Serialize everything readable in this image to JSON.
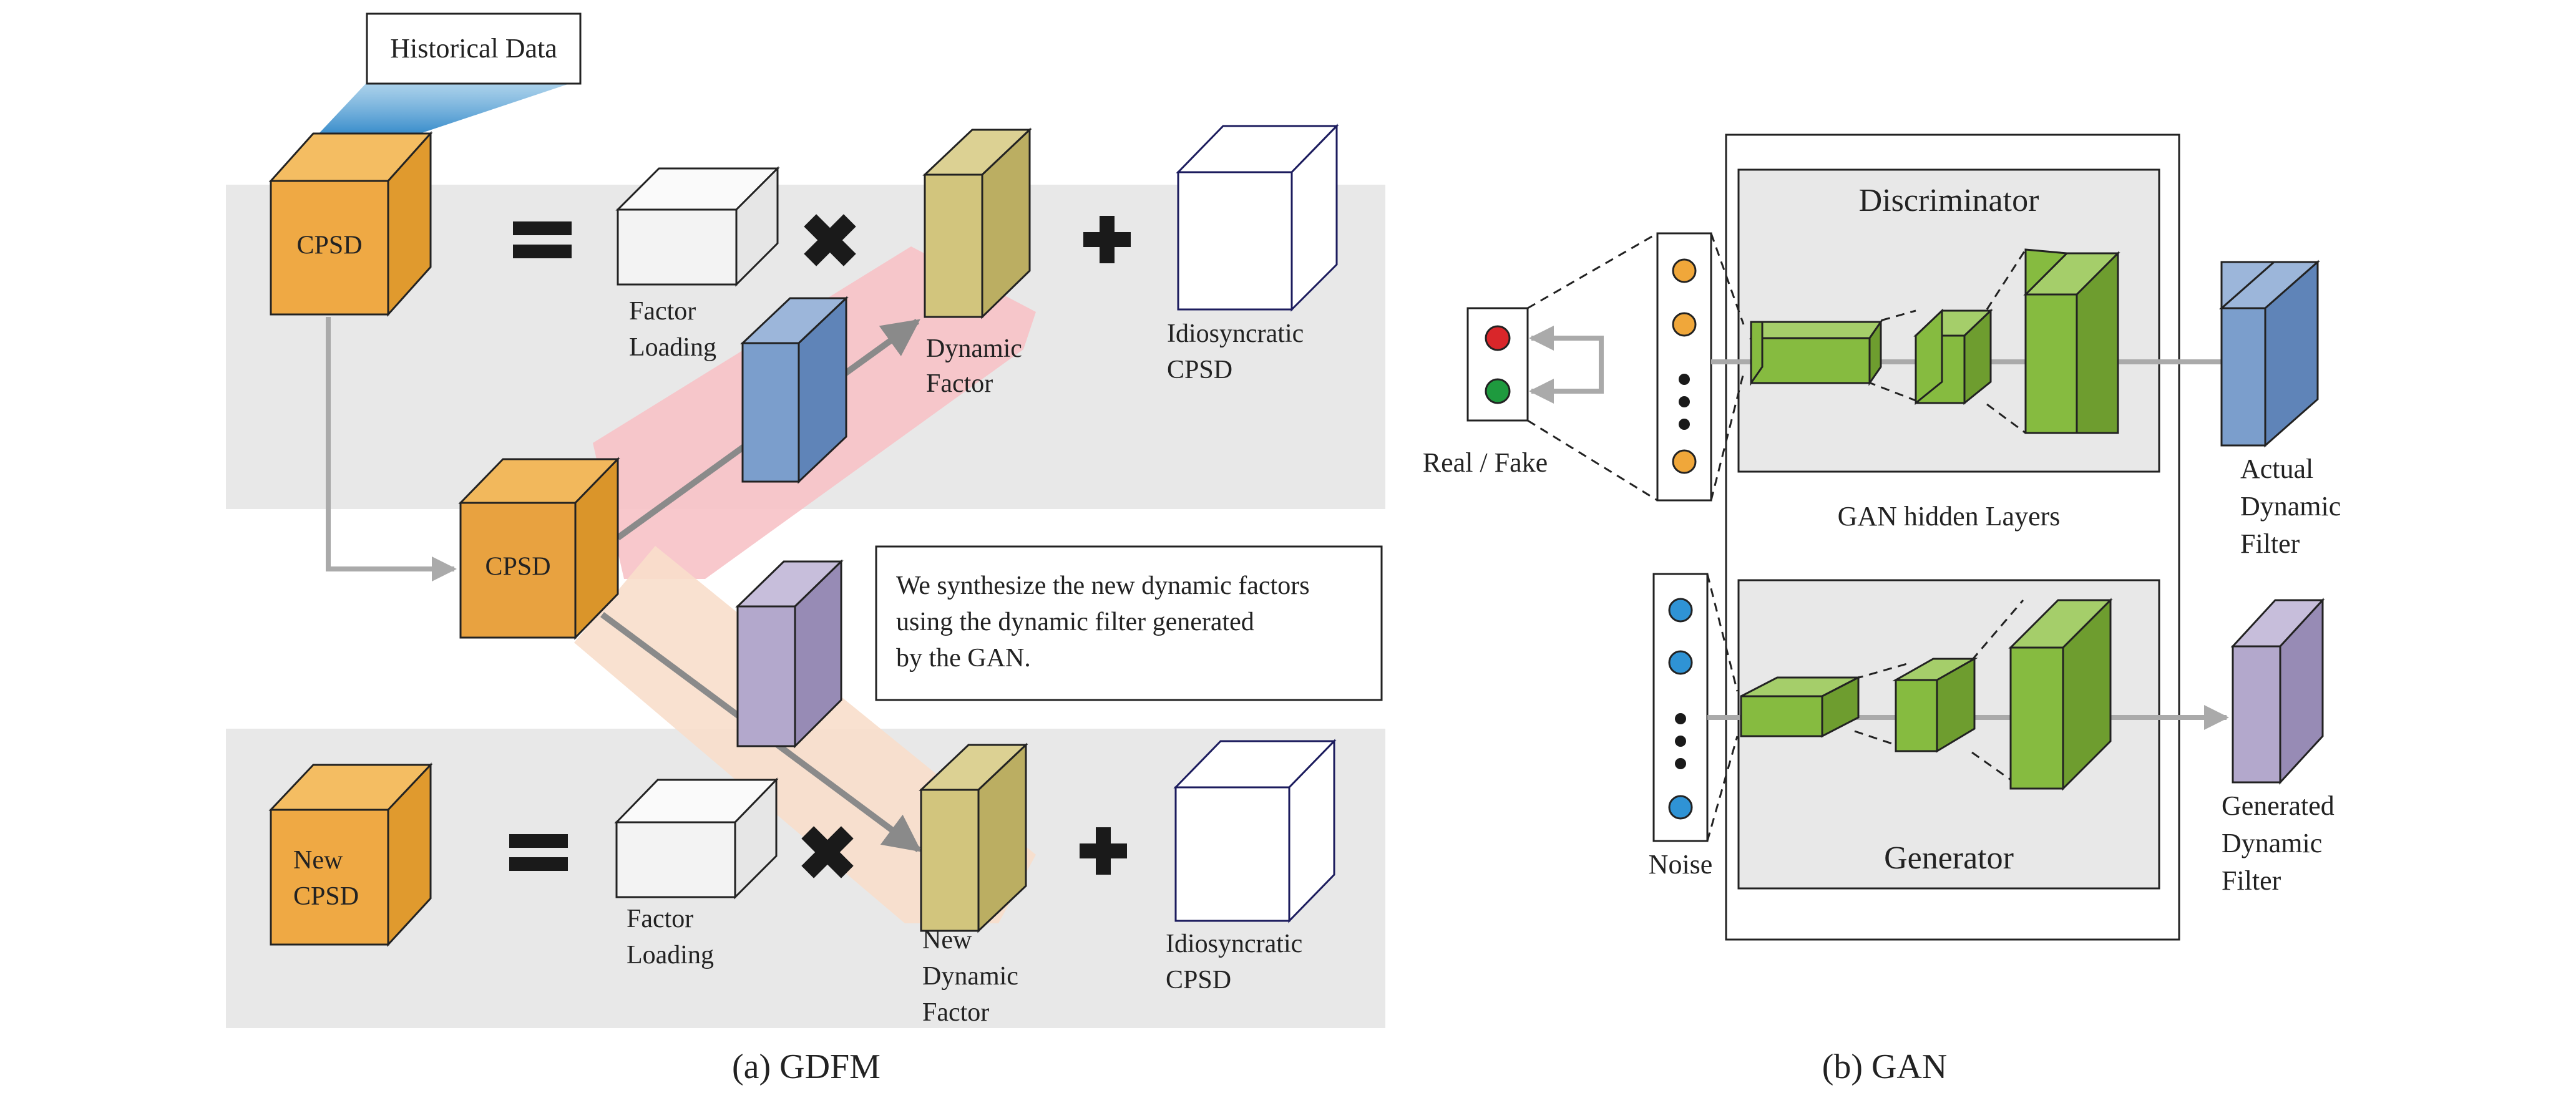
{
  "panel_a": {
    "caption": "(a) GDFM",
    "historical_data_label": "Historical Data",
    "cpsd_label": "CPSD",
    "cpsd_middle_label": "CPSD",
    "new_cpsd_line1": "New",
    "new_cpsd_line2": "CPSD",
    "factor_loading_line1": "Factor",
    "factor_loading_line2": "Loading",
    "dynamic_factor_line1": "Dynamic",
    "dynamic_factor_line2": "Factor",
    "new_dynamic_factor_line1": "New",
    "new_dynamic_factor_line2": "Dynamic",
    "new_dynamic_factor_line3": "Factor",
    "idiosyncratic_line1": "Idiosyncratic",
    "idiosyncratic_line2": "CPSD",
    "note_line1": "We synthesize the new dynamic factors",
    "note_line2": "using the dynamic filter generated",
    "note_line3": "by the GAN."
  },
  "panel_b": {
    "caption": "(b) GAN",
    "discriminator_label": "Discriminator",
    "generator_label": "Generator",
    "hidden_layers_label": "GAN hidden Layers",
    "real_fake_label": "Real / Fake",
    "noise_label": "Noise",
    "actual_filter_line1": "Actual",
    "actual_filter_line2": "Dynamic",
    "actual_filter_line3": "Filter",
    "generated_filter_line1": "Generated",
    "generated_filter_line2": "Dynamic",
    "generated_filter_line3": "Filter"
  },
  "colors": {
    "cpsd_orange": "#EFA944",
    "dynamic_factor_khaki": "#D2C57D",
    "actual_filter_blue": "#7B9ECC",
    "generated_filter_purple": "#B3A8CC",
    "layer_green": "#86BB40",
    "panel_gray": "#E8E8E8",
    "red_band": "#F7C2C6",
    "peach_band": "#F8DECB",
    "real_dot_red": "#D9262A",
    "fake_dot_green": "#1E9A3E",
    "noise_dot_blue": "#2F93D5",
    "discriminator_dot_orange": "#F0A73A"
  }
}
